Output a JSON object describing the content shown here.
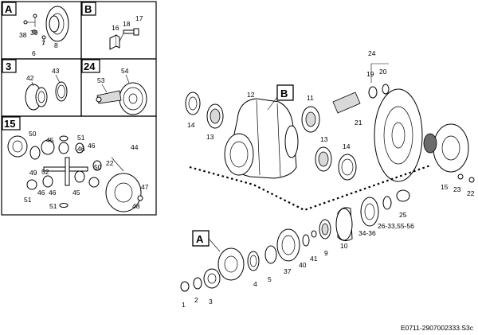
{
  "inset_labels": {
    "a": "A",
    "b": "B",
    "c": "3",
    "d": "24",
    "e": "15"
  },
  "main_labels": {
    "a": "A",
    "b": "B"
  },
  "callouts": {
    "a38": "38",
    "a39": "39",
    "a7": "7",
    "a6": "6",
    "a8": "8",
    "b18": "18",
    "b17": "17",
    "b16": "16",
    "c42": "42",
    "c43": "43",
    "d53": "53",
    "d54": "54",
    "e50": "50",
    "e51a": "51",
    "e45a": "45",
    "e46a": "46",
    "e49": "49",
    "e52": "52",
    "e46b": "46",
    "e45b": "45",
    "e46c": "46",
    "e51b": "51",
    "e46d": "46",
    "e50b": "50",
    "e22": "22",
    "e44": "44",
    "e47": "47",
    "e48": "48",
    "e51c": "51",
    "m12": "12",
    "m14a": "14",
    "m13a": "13",
    "m11": "11",
    "m13b": "13",
    "m14b": "14",
    "m24": "24",
    "m19": "19",
    "m20": "20",
    "m21": "21",
    "m15": "15",
    "m23": "23",
    "m22": "22",
    "m25": "25",
    "m2633": "26-33,55-56",
    "m3436": "34-36",
    "m10": "10",
    "m9": "9",
    "m41": "41",
    "m40": "40",
    "m37": "37",
    "m5": "5",
    "m4": "4",
    "m1": "1",
    "m2": "2",
    "m3": "3"
  },
  "figure_code": "E0711-2907002333.S3c"
}
